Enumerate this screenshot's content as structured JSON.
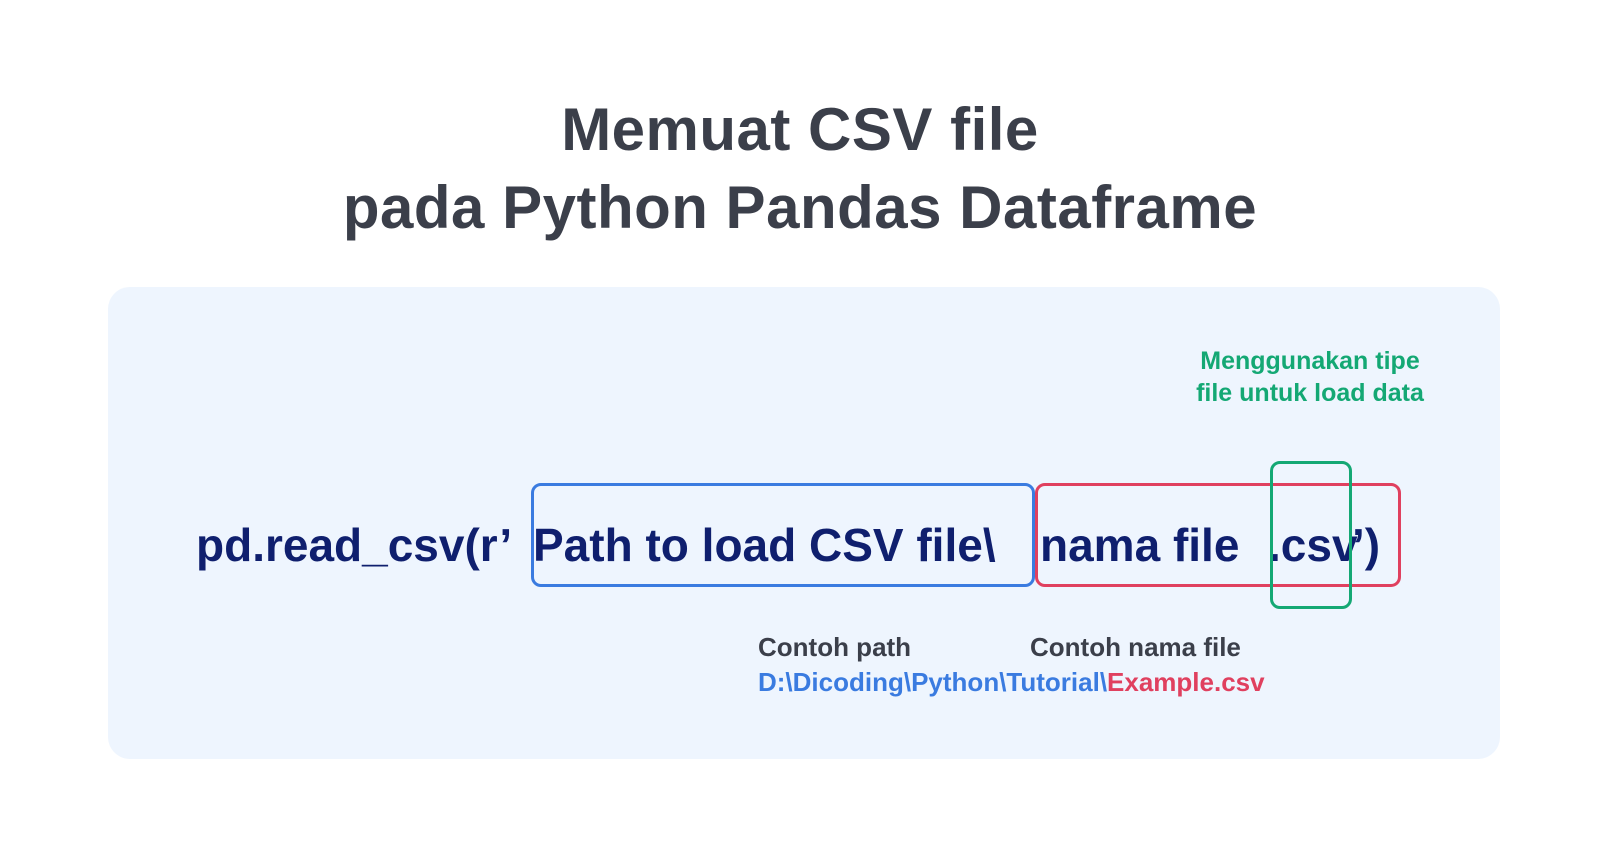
{
  "title": {
    "line1": "Memuat CSV file",
    "line2": "pada Python Pandas Dataframe"
  },
  "code": {
    "prefix": "pd.read_csv(r’",
    "path": "Path to load CSV file\\",
    "filename": "nama file",
    "extension": ".csv",
    "suffix": "’)"
  },
  "annotations": {
    "file_type_note": "Menggunakan tipe file untuk load data",
    "path_label": "Contoh path",
    "filename_label": "Contoh nama file",
    "example_path": "D:\\Dicoding\\Python\\Tutorial\\",
    "example_file": "Example.csv"
  },
  "colors": {
    "title": "#3b3f4a",
    "code": "#0f1f6e",
    "panel_background": "#eef5fe",
    "path_highlight": "#3a7be0",
    "filename_highlight": "#e0405f",
    "extension_highlight": "#14a874"
  }
}
